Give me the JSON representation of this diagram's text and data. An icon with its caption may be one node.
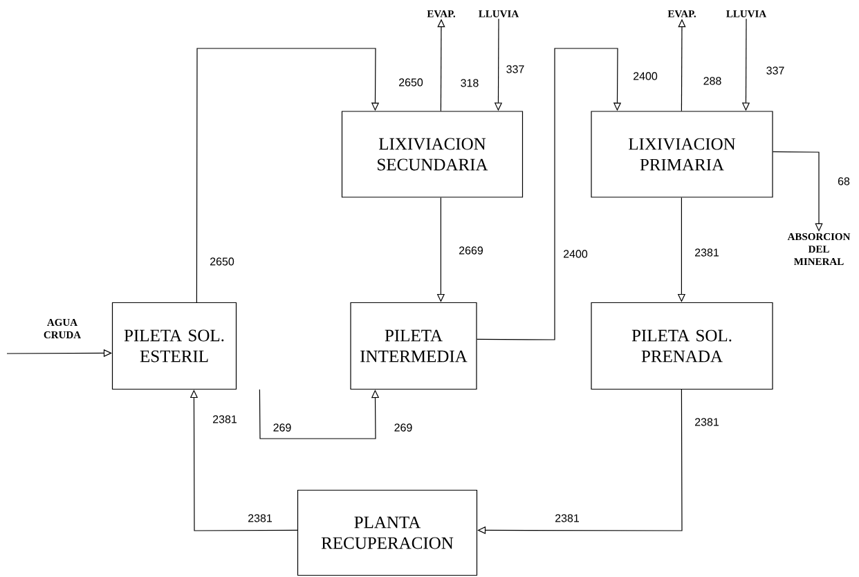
{
  "diagram": {
    "nodes": [
      {
        "text": [
          "LIXIVIACION SECUNDARIA"
        ]
      },
      {
        "text": [
          "LIXIVIACION PRIMARIA"
        ]
      },
      {
        "text": [
          "PILETA SOL. ESTERIL"
        ]
      },
      {
        "text": [
          "PILETA INTERMEDIA"
        ]
      },
      {
        "text": [
          "PILETA SOL. PRENADA"
        ]
      },
      {
        "text": [
          "PLANTA RECUPERACION"
        ]
      },
      {
        "text": [
          "EVAP."
        ]
      },
      {
        "text": [
          "LLUVIA"
        ]
      },
      {
        "text": [
          "EVAP."
        ]
      },
      {
        "text": [
          "LLUVIA"
        ]
      },
      {
        "text": [
          "ABSORCION DEL MINERAL"
        ]
      }
    ],
    "edges": [
      {
        "from": 2,
        "to": 0,
        "arrow": "to",
        "label": "2650"
      },
      {
        "from": 0,
        "to": 6,
        "arrow": "to",
        "label": "318"
      },
      {
        "from": 7,
        "to": 0,
        "arrow": "to",
        "label": "337"
      },
      {
        "from": 3,
        "to": 1,
        "arrow": "to",
        "label": "2400"
      },
      {
        "from": 1,
        "to": 8,
        "arrow": "to",
        "label": "288"
      },
      {
        "from": 9,
        "to": 1,
        "arrow": "to",
        "label": "337"
      },
      {
        "from": 1,
        "to": 10,
        "arrow": "to",
        "label": "68"
      },
      {
        "from": 0,
        "to": 3,
        "arrow": "to",
        "label": "2669"
      },
      {
        "from": 1,
        "to": 4,
        "arrow": "to",
        "label": "2381"
      },
      {
        "from": null,
        "to": 2,
        "arrow": "to"
      },
      {
        "from": 2,
        "to": 3,
        "arrow": "to",
        "label": "269"
      },
      {
        "from": 4,
        "to": 5,
        "arrow": "to",
        "label": "2381"
      },
      {
        "from": 5,
        "to": 2,
        "arrow": "to",
        "label": "2381"
      }
    ],
    "labels": [
      "2650",
      "2400",
      "AGUA CRUDA",
      "269",
      "2381",
      "2381"
    ]
  }
}
